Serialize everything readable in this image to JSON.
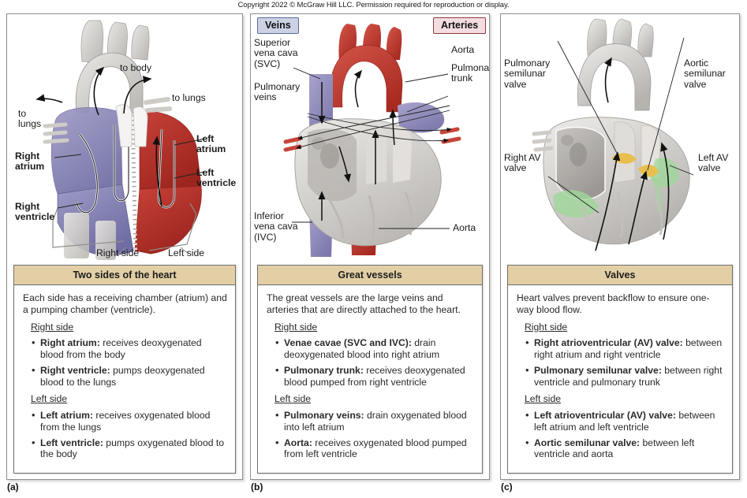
{
  "copyright": "Copyright 2022 © McGraw Hill LLC. Permission required for reproduction or display.",
  "panels": [
    {
      "mark": "(a)",
      "figure_labels": [
        {
          "name": "to-body",
          "text": "to body"
        },
        {
          "name": "to-lungs-right",
          "text": "to lungs"
        },
        {
          "name": "to-lungs-left",
          "text": "to\nlungs"
        },
        {
          "name": "right-atrium",
          "text": "Right\natrium"
        },
        {
          "name": "right-ventricle",
          "text": "Right\nventricle"
        },
        {
          "name": "left-atrium",
          "text": "Left\natrium"
        },
        {
          "name": "left-ventricle",
          "text": "Left\nventricle"
        },
        {
          "name": "right-side-bracket",
          "text": "Right side"
        },
        {
          "name": "left-side-bracket",
          "text": "Left side"
        }
      ],
      "info": {
        "title": "Two sides of the heart",
        "intro": "Each side has a receiving chamber (atrium) and a pumping chamber (ventricle).",
        "sections": [
          {
            "heading": "Right side",
            "points": [
              {
                "term": "Right atrium:",
                "desc": " receives deoxygenated blood from the body"
              },
              {
                "term": "Right ventricle:",
                "desc": " pumps deoxygenated blood to the lungs"
              }
            ]
          },
          {
            "heading": "Left side",
            "points": [
              {
                "term": "Left atrium:",
                "desc": " receives oxygenated blood from the lungs"
              },
              {
                "term": "Left ventricle:",
                "desc": " pumps oxygenated blood to the body"
              }
            ]
          }
        ]
      }
    },
    {
      "mark": "(b)",
      "tags": [
        {
          "name": "veins-tag",
          "text": "Veins"
        },
        {
          "name": "arteries-tag",
          "text": "Arteries"
        }
      ],
      "figure_labels": [
        {
          "name": "superior-vena-cava",
          "text": "Superior\nvena cava\n(SVC)"
        },
        {
          "name": "pulmonary-veins",
          "text": "Pulmonary\nveins"
        },
        {
          "name": "inferior-vena-cava",
          "text": "Inferior\nvena cava\n(IVC)"
        },
        {
          "name": "aorta-top",
          "text": "Aorta"
        },
        {
          "name": "pulmonary-trunk",
          "text": "Pulmonary\ntrunk"
        },
        {
          "name": "aorta-bottom",
          "text": "Aorta"
        }
      ],
      "info": {
        "title": "Great vessels",
        "intro": "The great vessels are the large veins and arteries that are directly attached to the heart.",
        "sections": [
          {
            "heading": "Right side",
            "points": [
              {
                "term": "Venae cavae (SVC and IVC):",
                "desc": " drain deoxygenated blood into right atrium"
              },
              {
                "term": "Pulmonary trunk:",
                "desc": " receives deoxygenated blood pumped from right ventricle"
              }
            ]
          },
          {
            "heading": "Left side",
            "points": [
              {
                "term": "Pulmonary veins:",
                "desc": " drain oxygenated blood into left atrium"
              },
              {
                "term": "Aorta:",
                "desc": " receives oxygenated blood pumped from left ventricle"
              }
            ]
          }
        ]
      }
    },
    {
      "mark": "(c)",
      "figure_labels": [
        {
          "name": "pulmonary-semilunar-valve",
          "text": "Pulmonary\nsemilunar\nvalve"
        },
        {
          "name": "right-av-valve",
          "text": "Right AV\nvalve"
        },
        {
          "name": "aortic-semilunar-valve",
          "text": "Aortic\nsemilunar\nvalve"
        },
        {
          "name": "left-av-valve",
          "text": "Left AV\nvalve"
        }
      ],
      "info": {
        "title": "Valves",
        "intro": "Heart valves prevent backflow to ensure one-way blood flow.",
        "sections": [
          {
            "heading": "Right side",
            "points": [
              {
                "term": "Right atrioventricular (AV) valve:",
                "desc": " between right atrium and right ventricle"
              },
              {
                "term": "Pulmonary semilunar valve:",
                "desc": " between right ventricle and pulmonary trunk"
              }
            ]
          },
          {
            "heading": "Left side",
            "points": [
              {
                "term": "Left atrioventricular (AV) valve:",
                "desc": " between left atrium and left ventricle"
              },
              {
                "term": "Aortic semilunar valve:",
                "desc": " between left ventricle and aorta"
              }
            ]
          }
        ]
      }
    }
  ],
  "colors": {
    "deoxygenated_blue": "#8d8cb8",
    "oxygenated_red": "#b8342a",
    "heart_gray": "#c9c6c2",
    "header_tan": "#e3cfa5",
    "av_valve_green": "#9fd79a",
    "semilunar_valve_yellow": "#e8bf4e",
    "vein_tag_bg": "#ccd2e4",
    "artery_tag_bg": "#f4dde2"
  }
}
